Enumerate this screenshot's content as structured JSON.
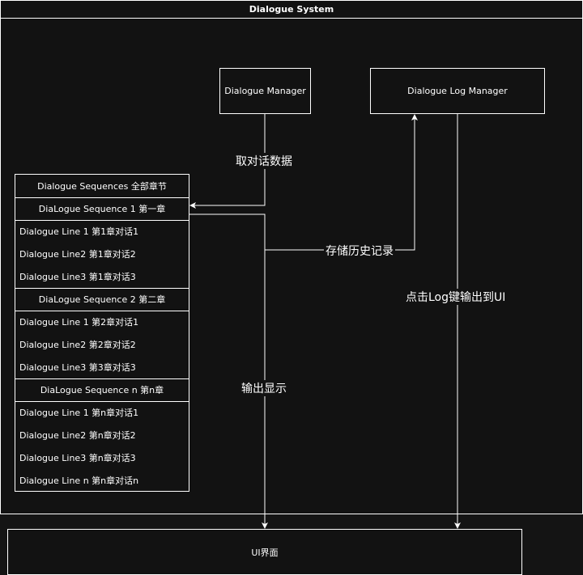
{
  "system": {
    "title": "Dialogue System"
  },
  "nodes": {
    "dialogue_manager": "Dialogue Manager",
    "log_manager": "Dialogue Log Manager",
    "ui": "UI界面"
  },
  "sequences": {
    "header": "Dialogue Sequences 全部章节",
    "rows": [
      {
        "type": "header",
        "label": "DiaLogue Sequence 1 第一章"
      },
      {
        "type": "line",
        "label": "Dialogue Line 1 第1章对话1"
      },
      {
        "type": "line",
        "label": "Dialogue Line2 第1章对话2"
      },
      {
        "type": "line",
        "label": "Dialogue Line3 第1章对话3"
      },
      {
        "type": "header",
        "label": "DiaLogue Sequence 2 第二章"
      },
      {
        "type": "line",
        "label": "Dialogue Line 1 第2章对话1"
      },
      {
        "type": "line",
        "label": "Dialogue Line2 第2章对话2"
      },
      {
        "type": "line",
        "label": "Dialogue Line3 第3章对话3"
      },
      {
        "type": "header",
        "label": "DiaLogue Sequence n 第n章"
      },
      {
        "type": "line",
        "label": "Dialogue Line 1 第n章对话1"
      },
      {
        "type": "line",
        "label": "Dialogue Line2 第n章对话2"
      },
      {
        "type": "line",
        "label": "Dialogue Line3 第n章对话3"
      },
      {
        "type": "line",
        "label": "Dialogue Line n 第n章对话n"
      }
    ]
  },
  "edges": {
    "fetch": "取对话数据",
    "store": "存储历史记录",
    "output": "输出显示",
    "log_output": "点击Log键输出到UI"
  }
}
